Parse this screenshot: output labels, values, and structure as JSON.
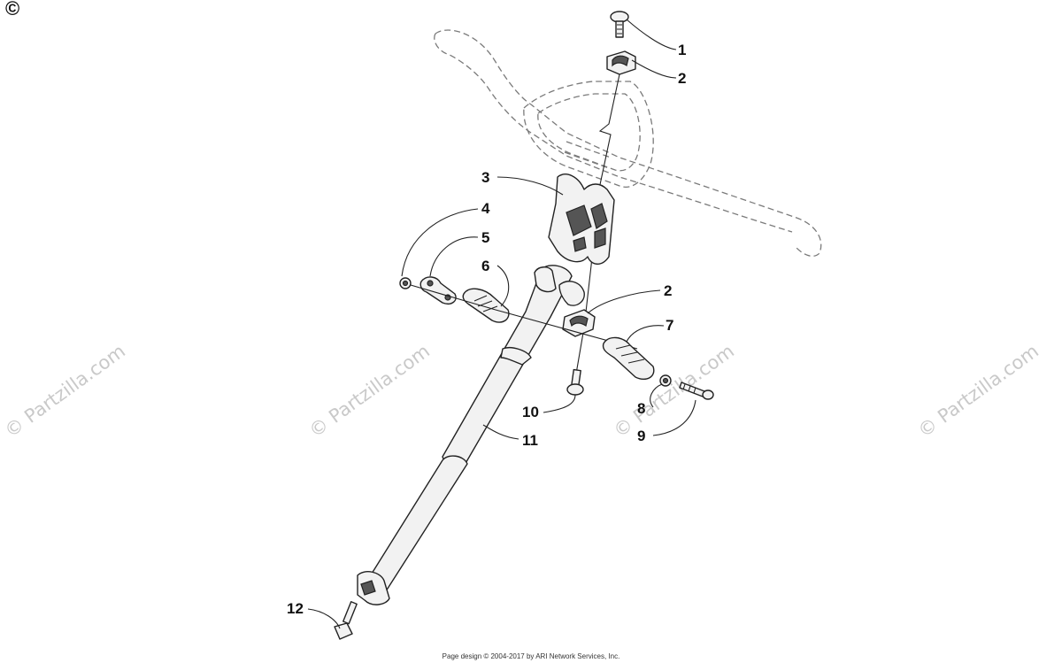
{
  "corner_mark": "©",
  "watermarks": [
    "© Partzilla.com",
    "© Partzilla.com",
    "© Partzilla.com",
    "© Partzilla.com"
  ],
  "callouts": [
    "1",
    "2",
    "3",
    "4",
    "5",
    "6",
    "2",
    "7",
    "8",
    "9",
    "10",
    "11",
    "12"
  ],
  "footer": "Page design © 2004-2017 by ARI Network Services, Inc.",
  "colors": {
    "ink": "#222222",
    "watermark": "#c9c9c9",
    "ghost": "#7a7a7a"
  }
}
